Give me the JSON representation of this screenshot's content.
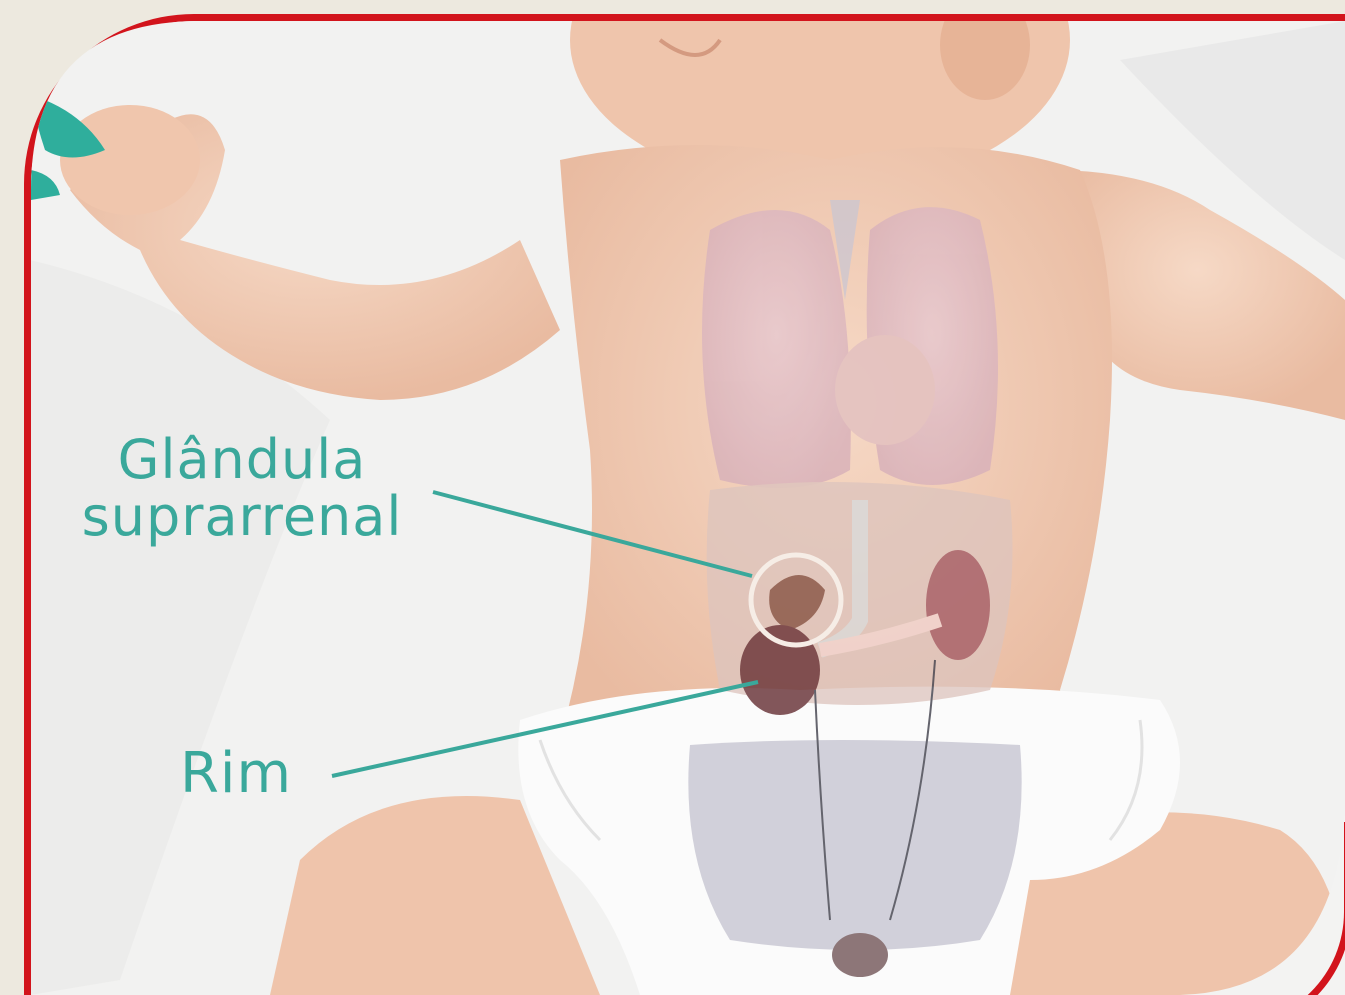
{
  "labels": {
    "adrenal_line1": "Glândula",
    "adrenal_line2": "suprarrenal",
    "kidney": "Rim"
  },
  "colors": {
    "frame_border": "#d2141c",
    "label_text": "#3aa89b",
    "page_background": "#ede9df",
    "skin": "#f1cdb7",
    "diaper": "#fbfbfb",
    "kidney": "#6e3a3f"
  },
  "icons": {
    "corner_logo": "teal-leaf-icon"
  }
}
